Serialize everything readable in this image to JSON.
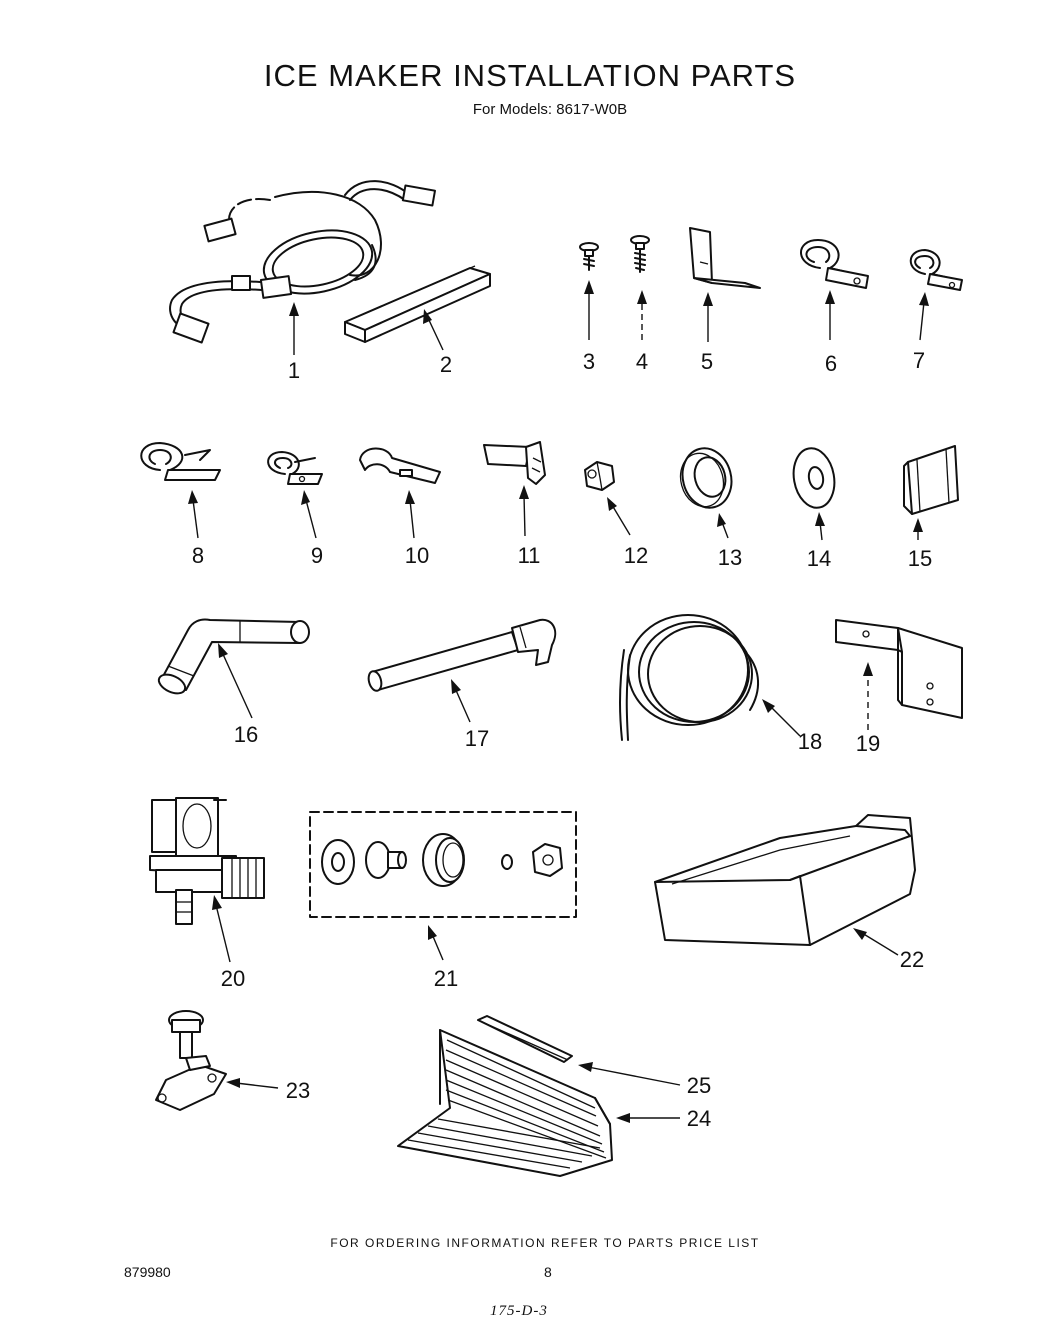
{
  "header": {
    "title": "ICE MAKER INSTALLATION PARTS",
    "subtitle": "For Models: 8617-W0B"
  },
  "parts": [
    {
      "label": "1",
      "icon": "wire-harness-icon"
    },
    {
      "label": "2",
      "icon": "channel-strip-icon"
    },
    {
      "label": "3",
      "icon": "screw-icon"
    },
    {
      "label": "4",
      "icon": "screw-icon"
    },
    {
      "label": "5",
      "icon": "bracket-icon"
    },
    {
      "label": "6",
      "icon": "clamp-icon"
    },
    {
      "label": "7",
      "icon": "clamp-icon"
    },
    {
      "label": "8",
      "icon": "clamp-icon"
    },
    {
      "label": "9",
      "icon": "clamp-icon"
    },
    {
      "label": "10",
      "icon": "clip-icon"
    },
    {
      "label": "11",
      "icon": "clip-icon"
    },
    {
      "label": "12",
      "icon": "nut-icon"
    },
    {
      "label": "13",
      "icon": "grommet-icon"
    },
    {
      "label": "14",
      "icon": "washer-icon"
    },
    {
      "label": "15",
      "icon": "pad-icon"
    },
    {
      "label": "16",
      "icon": "tube-icon"
    },
    {
      "label": "17",
      "icon": "fill-tube-icon"
    },
    {
      "label": "18",
      "icon": "coiled-tubing-icon"
    },
    {
      "label": "19",
      "icon": "bracket-icon"
    },
    {
      "label": "20",
      "icon": "water-valve-icon"
    },
    {
      "label": "21",
      "icon": "fitting-kit-icon"
    },
    {
      "label": "22",
      "icon": "ice-bin-icon"
    },
    {
      "label": "23",
      "icon": "saddle-valve-icon"
    },
    {
      "label": "24",
      "icon": "shelf-icon"
    },
    {
      "label": "25",
      "icon": "strip-icon"
    }
  ],
  "footer": {
    "ordering_note": "FOR ORDERING INFORMATION REFER TO PARTS PRICE LIST",
    "doc_number": "879980",
    "page_number": "8",
    "code": "175-D-3"
  }
}
